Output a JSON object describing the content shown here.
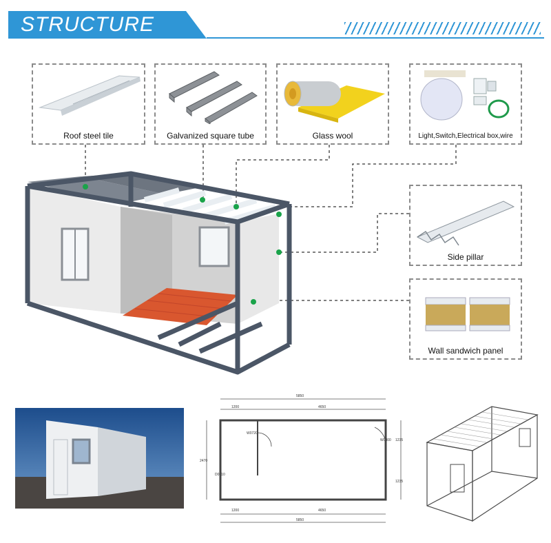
{
  "header": {
    "title": "STRUCTURE"
  },
  "components": {
    "roof_tile": "Roof steel tile",
    "square_tube": "Galvanized square tube",
    "glass_wool": "Glass wool",
    "electrical": "Light,Switch,Electrical box,wire",
    "side_pillar": "Side pillar",
    "wall_panel": "Wall sandwich panel"
  },
  "floorplan": {
    "overall_width": "5850",
    "left_segment": "1200",
    "right_segment": "4650",
    "height": "2470",
    "door_width": "W0720",
    "window_width": "W0800",
    "right_dim_top": "1235",
    "right_dim_bottom": "1235",
    "left_dim": "D0810"
  },
  "colors": {
    "accent": "#2f96d6",
    "frame": "#4b5666",
    "leader": "#555555",
    "dot": "#1aa34a"
  }
}
